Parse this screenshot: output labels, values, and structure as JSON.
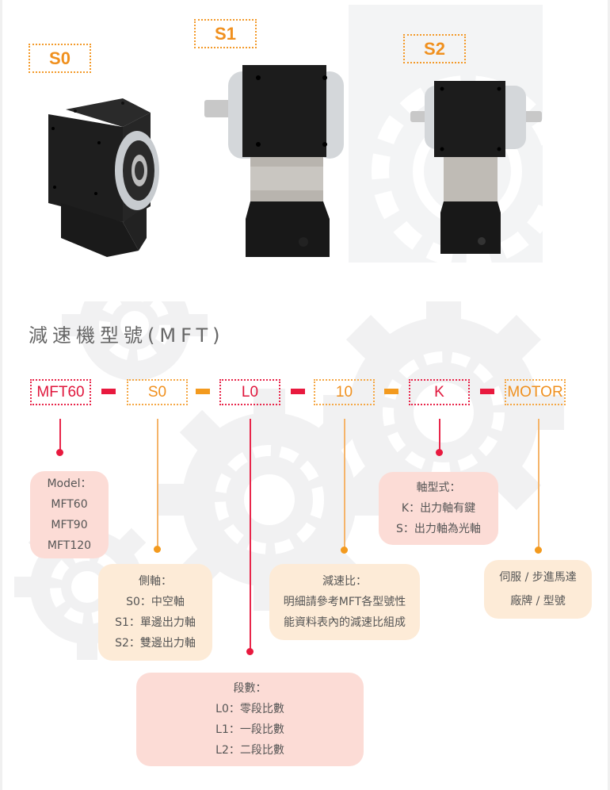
{
  "variant_tags": [
    {
      "label": "S0"
    },
    {
      "label": "S1"
    },
    {
      "label": "S2"
    }
  ],
  "section_title": "減速機型號(MFT)",
  "model_code": {
    "segments": [
      {
        "label": "MFT60",
        "color": "red"
      },
      {
        "label": "S0",
        "color": "orange"
      },
      {
        "label": "L0",
        "color": "red"
      },
      {
        "label": "10",
        "color": "orange"
      },
      {
        "label": "K",
        "color": "red"
      },
      {
        "label": "MOTOR",
        "color": "orange"
      }
    ]
  },
  "descriptions": {
    "model": {
      "title": "Model：",
      "lines": [
        "MFT60",
        "MFT90",
        "MFT120"
      ]
    },
    "side_shaft": {
      "title": "側軸：",
      "lines": [
        "S0：中空軸",
        "S1：單邊出力軸",
        "S2：雙邊出力軸"
      ]
    },
    "stages": {
      "title": "段數：",
      "lines": [
        "L0：零段比數",
        "L1：一段比數",
        "L2：二段比數"
      ]
    },
    "ratio": {
      "title": "減速比：",
      "lines": [
        "明細請參考MFT各型號性",
        "能資料表內的減速比組成"
      ]
    },
    "shaft_type": {
      "title": "軸型式：",
      "lines": [
        "K：出力軸有鍵",
        "S：出力軸為光軸"
      ]
    },
    "motor": {
      "lines": [
        "伺服 / 步進馬達",
        "廠牌 / 型號"
      ]
    }
  },
  "colors": {
    "red": "#e8193e",
    "orange": "#f39a1e",
    "pink_box": "#fcdcd6",
    "cream_box": "#fdebd7",
    "text": "#555555"
  }
}
